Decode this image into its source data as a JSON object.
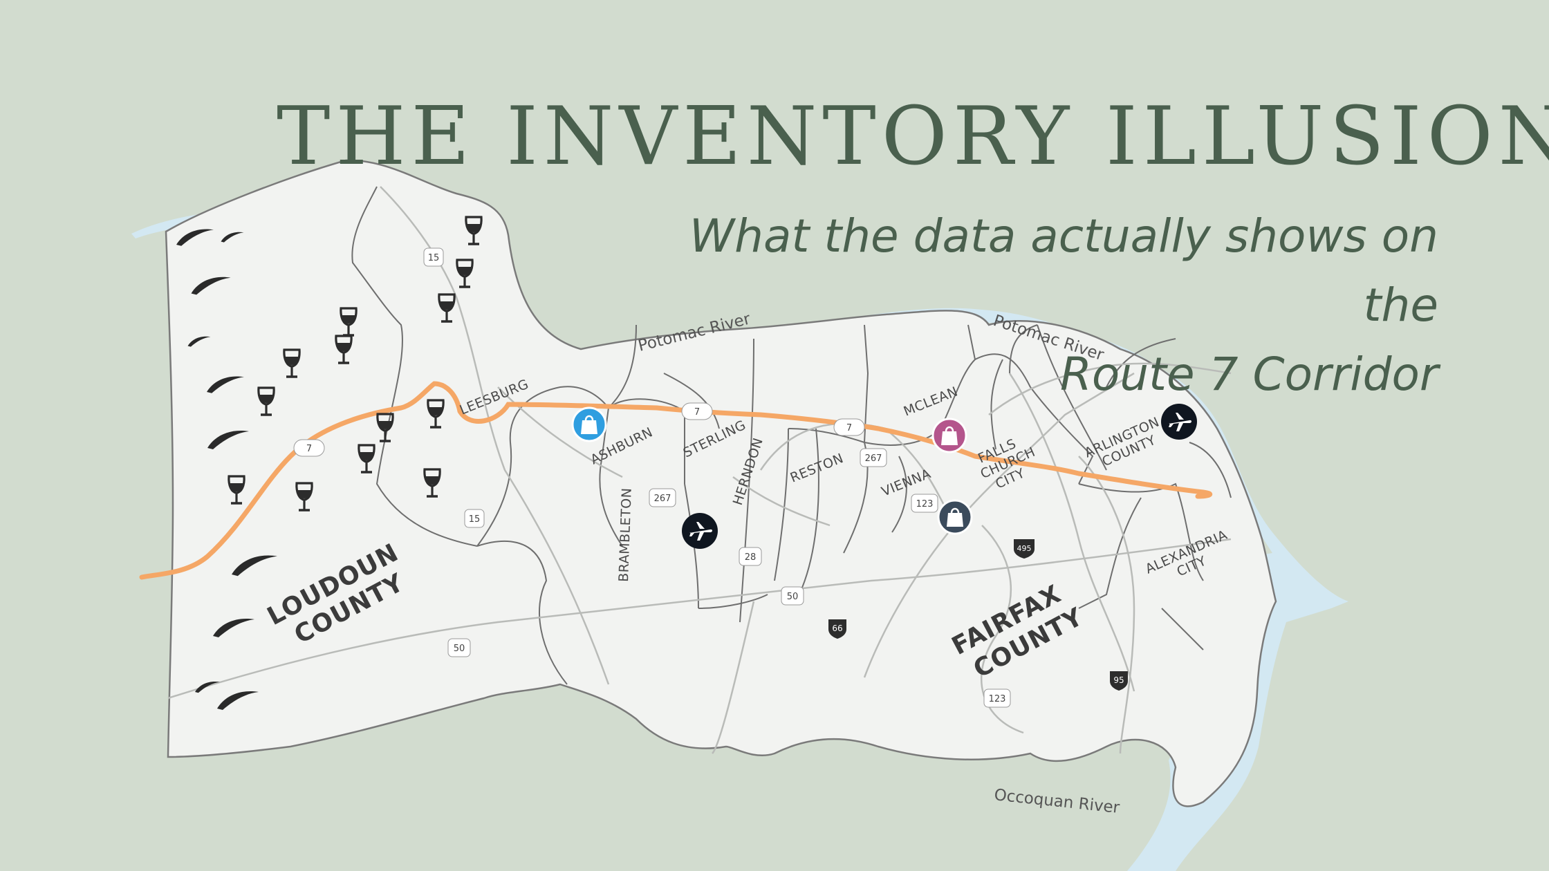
{
  "header": {
    "title": "THE INVENTORY ILLUSION",
    "subtitle_line1": "What the data actually shows on the",
    "subtitle_line2": "Route 7 Corridor"
  },
  "map": {
    "rivers": {
      "potomac_west": "Potomac River",
      "potomac_east": "Potomac River",
      "occoquan": "Occoquan River"
    },
    "counties": {
      "loudoun_line1": "LOUDOUN",
      "loudoun_line2": "COUNTY",
      "fairfax_line1": "FAIRFAX",
      "fairfax_line2": "COUNTY"
    },
    "places": {
      "leesburg": "LEESBURG",
      "ashburn": "ASHBURN",
      "sterling": "STERLING",
      "brambleton": "BRAMBLETON",
      "herndon": "HERNDON",
      "reston": "RESTON",
      "vienna": "VIENNA",
      "mclean": "MCLEAN",
      "falls1": "FALLS",
      "falls2": "CHURCH",
      "falls3": "CITY",
      "arlington1": "ARLINGTON",
      "arlington2": "COUNTY",
      "alexandria1": "ALEXANDRIA",
      "alexandria2": "CITY"
    },
    "road_shields": {
      "r7a": "7",
      "r7b": "7",
      "r7c": "7",
      "r15a": "15",
      "r15b": "15",
      "r267a": "267",
      "r267b": "267",
      "r28": "28",
      "r50a": "50",
      "r50b": "50",
      "r123a": "123",
      "r123b": "123",
      "r66": "66",
      "r495": "495",
      "r95": "95"
    },
    "colors": {
      "background": "#d2dccf",
      "land": "#f2f3f1",
      "water": "#d3e8f2",
      "route7": "#f5a766",
      "border": "#6a6a6a",
      "title": "#4a604e",
      "shopping_blue": "#2f9ee0",
      "shopping_magenta": "#b4558c",
      "shopping_navy": "#3b4b5c",
      "airport": "#0f1620"
    },
    "icons": [
      "wine-glass-icon",
      "mountain-icon",
      "shopping-bag-icon",
      "airplane-icon"
    ]
  }
}
